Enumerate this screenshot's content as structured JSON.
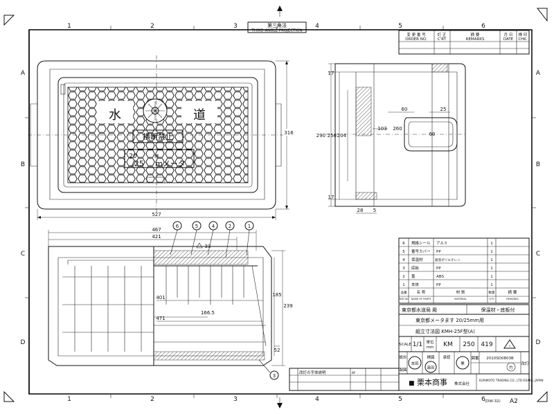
{
  "sheet": {
    "title_tab": "第三角法",
    "projection": "THIRD ANGLE PROJECTION",
    "grid_cols": [
      "1",
      "2",
      "3",
      "4",
      "5",
      "6"
    ],
    "grid_rows": [
      "A",
      "B",
      "C",
      "D"
    ],
    "form_code": "(DW-32)",
    "sheet_size": "A2"
  },
  "revision_table": {
    "headers": [
      {
        "jp": "変 更 番 号",
        "en": "ORDER NO."
      },
      {
        "jp": "訂 正",
        "en": "C'RT"
      },
      {
        "jp": "摘 要",
        "en": "REMARKS"
      },
      {
        "jp": "月 日",
        "en": "DATE"
      },
      {
        "jp": "検 印",
        "en": "CHK."
      }
    ]
  },
  "top_view": {
    "cover_text_left": "水",
    "cover_text_right": "道",
    "no_step": "横断禁止",
    "size_top": "20",
    "size_mm": "M",
    "size_label": "/25",
    "size_unit": "mメータ",
    "dim_width": "527",
    "dim_height": "316"
  },
  "side_view": {
    "dims": [
      "17",
      "290",
      "256",
      "204",
      "60",
      "25",
      "103",
      "260",
      "60",
      "17",
      "28",
      "5"
    ]
  },
  "front_view": {
    "dims": [
      "467",
      "421",
      "33",
      "401",
      "471",
      "166.5",
      "185",
      "239",
      "52"
    ],
    "balloons": [
      "6",
      "5",
      "4",
      "2",
      "1",
      "3"
    ]
  },
  "parts_list": {
    "rows": [
      {
        "no": "6",
        "name": "規格シール",
        "material": "アルミ",
        "qty": "1"
      },
      {
        "no": "5",
        "name": "番号カバー",
        "material": "PP",
        "qty": "1"
      },
      {
        "no": "4",
        "name": "保温材",
        "material": "発泡ポリエチレン",
        "qty": "1"
      },
      {
        "no": "3",
        "name": "底板",
        "material": "PP",
        "qty": "1"
      },
      {
        "no": "2",
        "name": "蓋",
        "material": "ABS",
        "qty": "1"
      },
      {
        "no": "1",
        "name": "本体",
        "material": "PP",
        "qty": "1"
      }
    ],
    "header": {
      "no": "品番",
      "no_en": "PART NO.",
      "name": "名 称",
      "name_en": "NAME OF PARTS",
      "material": "材 質",
      "material_en": "MATERIAL",
      "qty": "数量",
      "qty_en": "QTY",
      "remarks": "摘 要",
      "remarks_en": "REMARKS"
    }
  },
  "title_block": {
    "customer": "東京都水道局 殿",
    "material_note": "保温材・底板付",
    "product_name": "東京都メータます 20/25mm用",
    "drawing_title": "組立寸法図 KMH-25F型(A)",
    "scale_label": "SCALE",
    "scale_value": "1/1",
    "unit_label": "単位",
    "unit_value": "mm",
    "code": "KM",
    "number": "250",
    "sub_number": "419",
    "warn_mark": "!",
    "drawing_no_label": "図番",
    "drawing_no": "2010SD0803B",
    "stamp_1": "本田",
    "stamp_2": "串田",
    "stamp_3": "栗",
    "stamp_4": "竹",
    "revision_label": "改訂",
    "revision_code": "8F",
    "company_jp": "栗本商事",
    "company_kk": "株式会社",
    "company_en": "KURIMOTO TRADING CO., LTD OSAKA, JAPAN",
    "left_label": "改訂の字体説明",
    "row_labels": [
      "設計",
      "製図",
      "検図",
      "承認"
    ]
  }
}
